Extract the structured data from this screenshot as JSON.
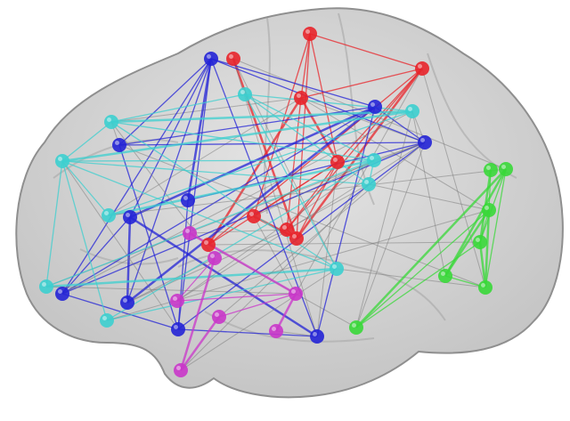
{
  "figure": {
    "background": "#ffffff",
    "brain_fill": "#c9c9c9",
    "brain_stroke": "#9a9a9a",
    "modules": [
      {
        "id": "red",
        "color": "#e8242a"
      },
      {
        "id": "blue",
        "color": "#2323d6"
      },
      {
        "id": "cyan",
        "color": "#3ccfcf"
      },
      {
        "id": "magenta",
        "color": "#c936c9"
      },
      {
        "id": "green",
        "color": "#38d838"
      }
    ]
  }
}
